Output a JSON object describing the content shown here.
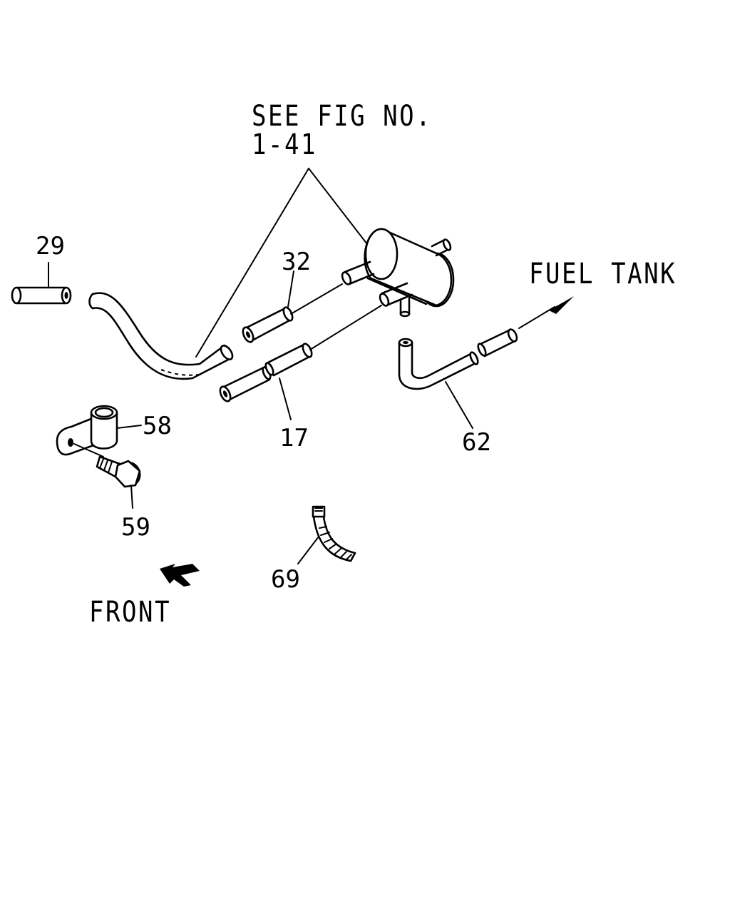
{
  "diagram": {
    "reference": {
      "line1": "SEE FIG NO.",
      "line2": "1-41"
    },
    "direction_labels": {
      "fuel_tank": "FUEL TANK",
      "front": "FRONT"
    },
    "part_numbers": {
      "p29": "29",
      "p32": "32",
      "p17": "17",
      "p58": "58",
      "p59": "59",
      "p62": "62",
      "p69": "69"
    }
  }
}
